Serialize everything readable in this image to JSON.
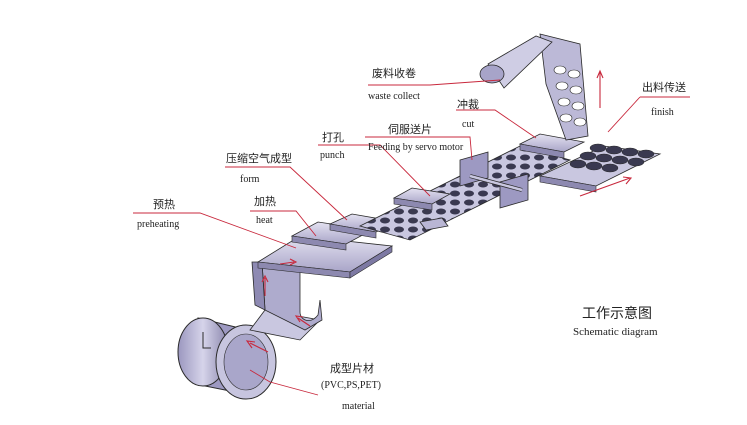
{
  "labels": {
    "waste_cn": "废料收卷",
    "waste_en": "waste  collect",
    "cut_cn": "冲裁",
    "cut_en": "cut",
    "finish_cn": "出料传送",
    "finish_en": "finish",
    "punch_cn": "打孔",
    "punch_en": "punch",
    "servo_cn": "伺服送片",
    "servo_en": "Feeding by servo motor",
    "form_cn": "压缩空气成型",
    "form_en": "form",
    "heat_cn": "加热",
    "heat_en": "heat",
    "preheat_cn": "预热",
    "preheat_en": "preheating",
    "material_cn": "成型片材",
    "material_sub": "(PVC,PS,PET)",
    "material_en": "material",
    "diagram_cn": "工作示意图",
    "diagram_en": "Schematic  diagram"
  },
  "colors": {
    "leader": "#c8283c",
    "sheet": "#b9b6d4",
    "sheet_light": "#d8d6ea",
    "sheet_dark": "#8d89b0",
    "outline": "#2a2a2a"
  },
  "icons": {
    "flow_arrow": "red-arrow-icon",
    "material_roll": "roll-icon",
    "waste_roll": "waste-roll-icon"
  }
}
